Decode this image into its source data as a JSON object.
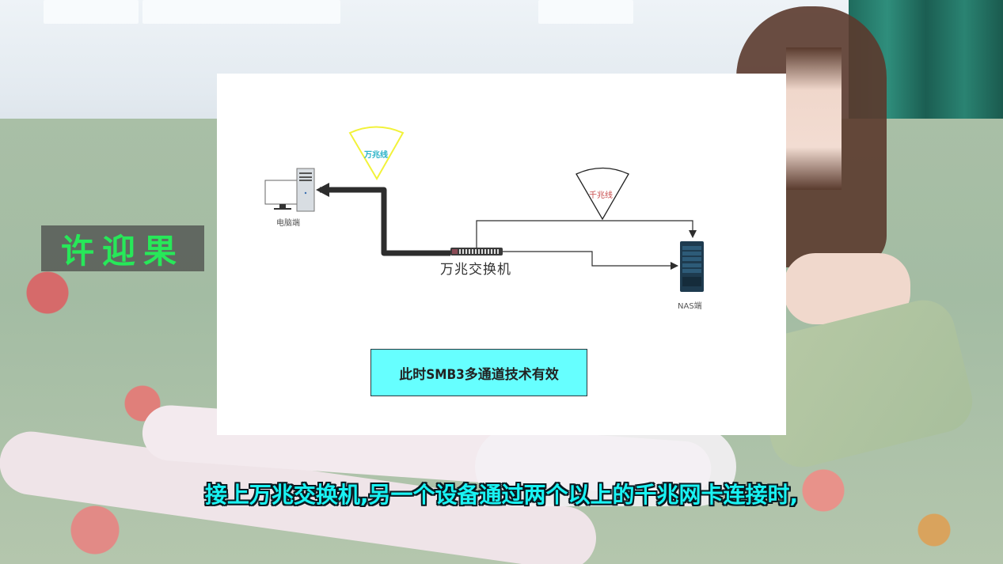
{
  "watermark": {
    "text": "许迎果",
    "color": "#27e859"
  },
  "diagram": {
    "nodes": {
      "pc": {
        "label": "电脑端"
      },
      "switch": {
        "label": "万兆交换机"
      },
      "nas": {
        "label": "NAS端"
      }
    },
    "links": [
      {
        "name": "10g-link",
        "label": "万兆线",
        "label_color": "#2bb3c8",
        "fan_color": "#f2f23a",
        "from": "switch",
        "to": "pc"
      },
      {
        "name": "1g-link-a",
        "label": "千兆线",
        "label_color": "#c74a4a",
        "fan_color": "#222222",
        "from": "switch",
        "to": "nas"
      },
      {
        "name": "1g-link-b",
        "from": "switch",
        "to": "nas"
      }
    ],
    "note": {
      "text": "此时SMB3多通道技术有效",
      "background": "#66ffff"
    }
  },
  "subtitle": {
    "text": "接上万兆交换机,另一个设备通过两个以上的千兆网卡连接时,",
    "color": "#19f3f3"
  }
}
